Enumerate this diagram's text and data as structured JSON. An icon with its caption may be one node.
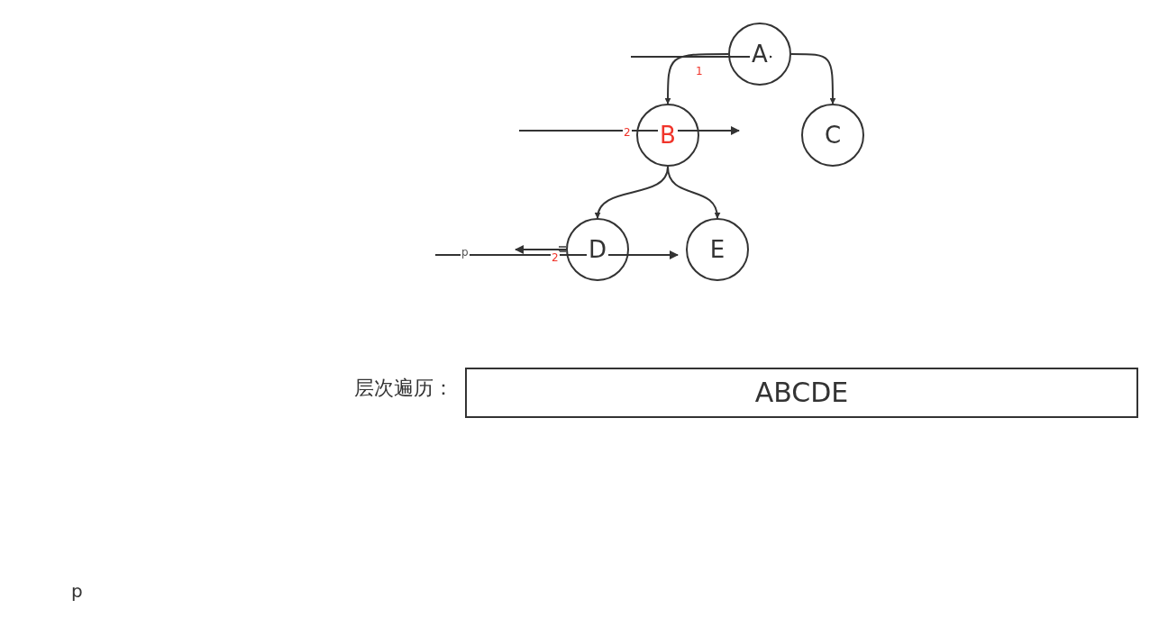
{
  "diagram": {
    "nodes": [
      {
        "text": [
          "A"
        ]
      },
      {
        "text": [
          "B"
        ]
      },
      {
        "text": [
          "C"
        ]
      },
      {
        "text": [
          "D"
        ]
      },
      {
        "text": [
          "E"
        ]
      },
      {
        "text": [
          "ABCDE"
        ],
        "beside": [
          "层次遍历："
        ]
      }
    ],
    "edges": [
      {
        "from": 0,
        "to": 1,
        "arrow": "to"
      },
      {
        "from": 0,
        "to": 2,
        "arrow": "to"
      },
      {
        "from": 1,
        "to": 3,
        "arrow": "to"
      },
      {
        "from": 1,
        "to": 4,
        "arrow": "to"
      }
    ],
    "labels": [
      "1",
      "2",
      "p",
      "2",
      "p"
    ]
  }
}
